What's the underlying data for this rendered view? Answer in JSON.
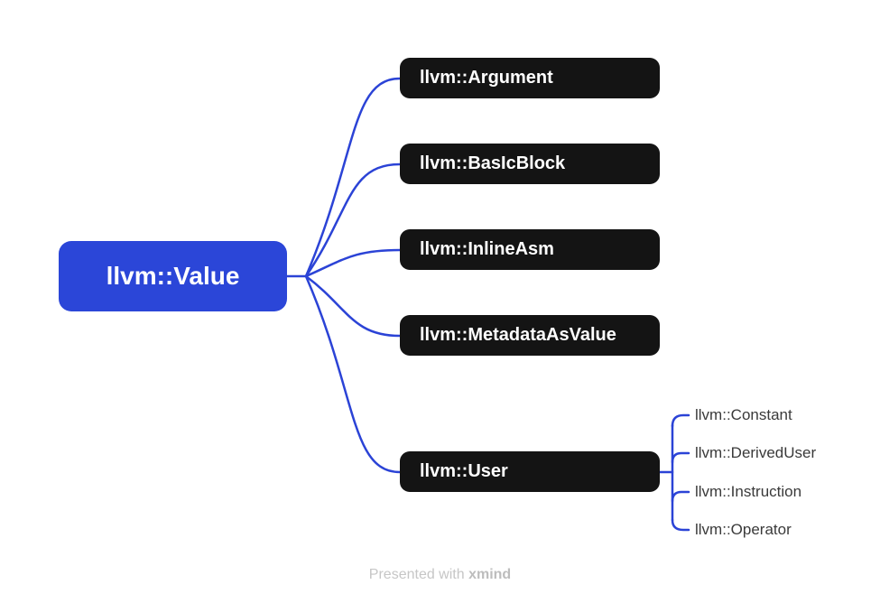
{
  "root": {
    "label": "llvm::Value"
  },
  "children": [
    {
      "label": "llvm::Argument"
    },
    {
      "label": "llvm::BasIcBlock"
    },
    {
      "label": "llvm::InlineAsm"
    },
    {
      "label": "llvm::MetadataAsValue"
    },
    {
      "label": "llvm::User"
    }
  ],
  "user_children": [
    {
      "label": "llvm::Constant"
    },
    {
      "label": "llvm::DerivedUser"
    },
    {
      "label": "llvm::Instruction"
    },
    {
      "label": "llvm::Operator"
    }
  ],
  "footer": {
    "prefix": "Presented with ",
    "brand": "xmind"
  },
  "colors": {
    "root_fill": "#2B46D8",
    "child_fill": "#141414",
    "connector": "#2B43D6",
    "node_text": "#FFFFFF",
    "leaf_text": "#3A3A3A",
    "footer_text": "#C6C6C6"
  }
}
